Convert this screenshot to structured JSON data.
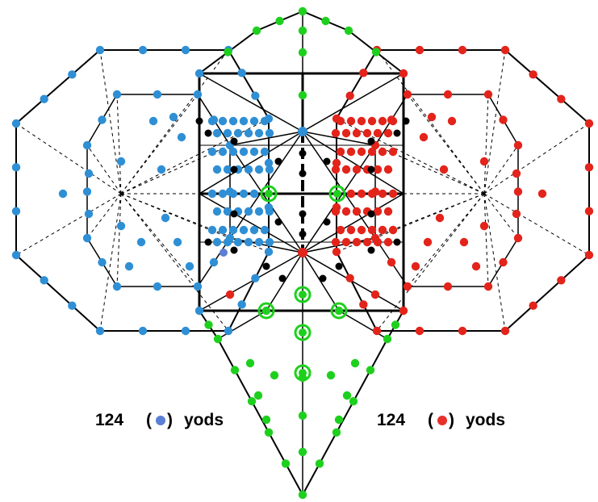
{
  "legend": {
    "left": {
      "count": "124",
      "open": "(",
      "close": ")",
      "word": "yods",
      "dot_color": "#5b7fd6"
    },
    "right": {
      "count": "124",
      "open": "(",
      "close": ")",
      "word": "yods",
      "dot_color": "#e8302a"
    }
  },
  "colors": {
    "blue": "#2f8fd5",
    "red": "#e3241b",
    "green": "#1ed01e",
    "black": "#000000",
    "highlight_ring": "#1ed01e",
    "edge": "#000000",
    "dashed_edge": "#000000"
  },
  "diagram": {
    "description_icons": [
      "blue-yod-icon",
      "red-yod-icon",
      "green-yod-icon",
      "black-yod-icon",
      "ring-icon"
    ]
  }
}
